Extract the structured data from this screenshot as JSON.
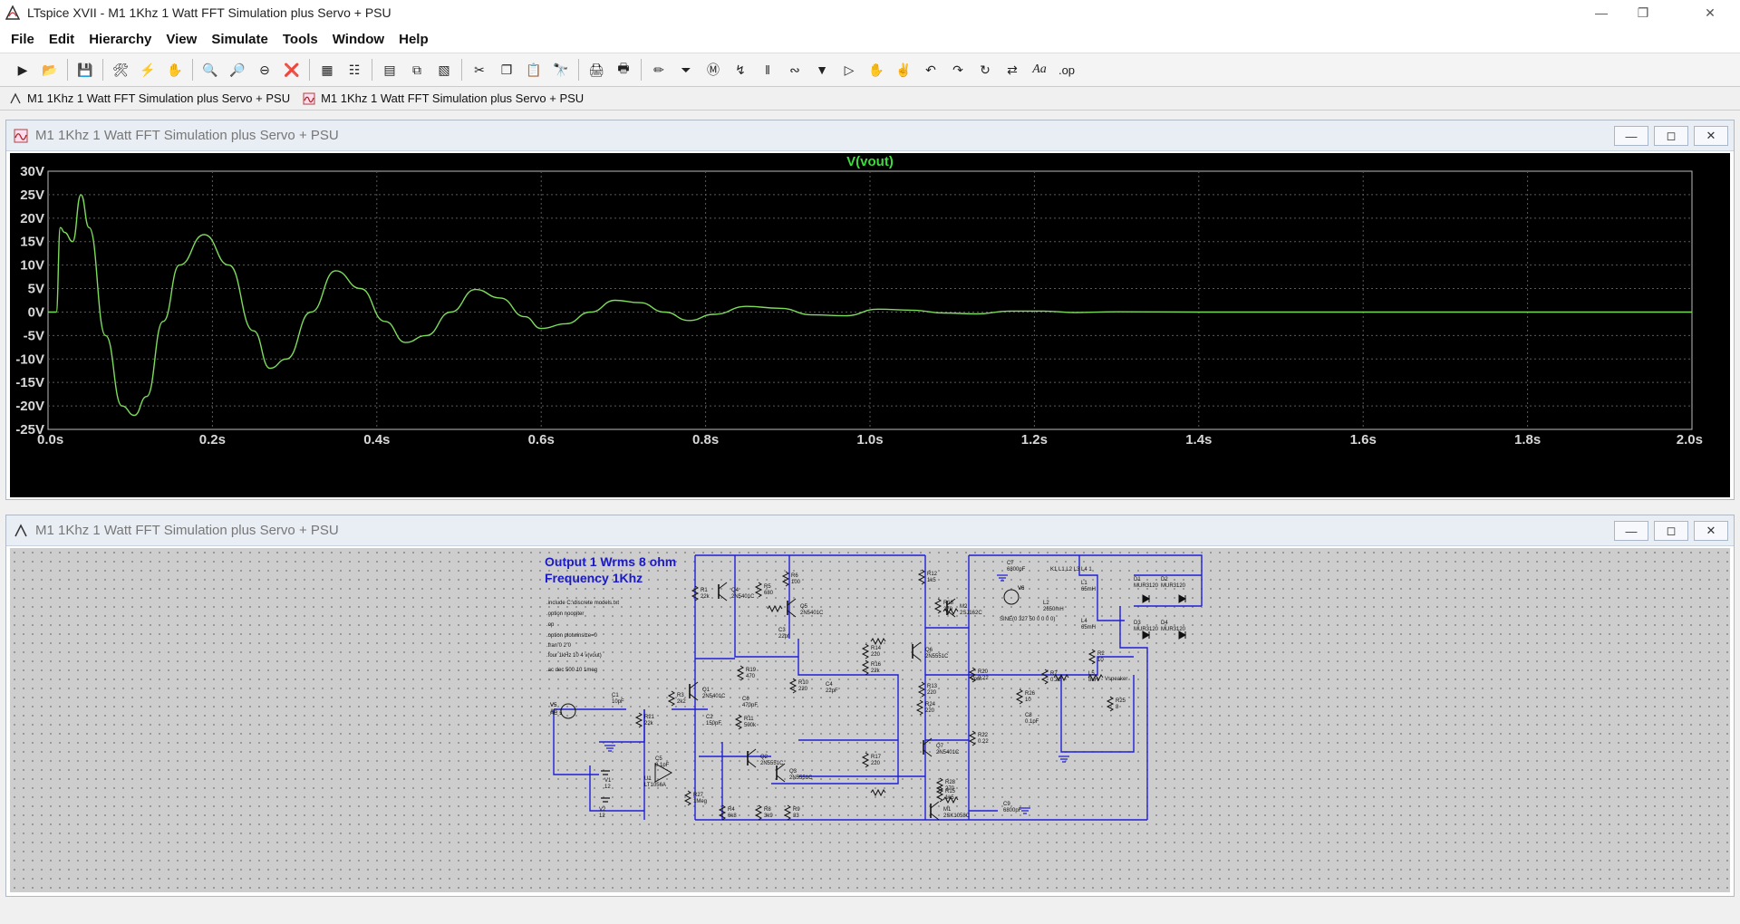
{
  "window": {
    "title": "LTspice XVII - M1 1Khz 1 Watt FFT Simulation plus Servo + PSU"
  },
  "menu": [
    "File",
    "Edit",
    "Hierarchy",
    "View",
    "Simulate",
    "Tools",
    "Window",
    "Help"
  ],
  "toolbar": {
    "last_button_label": ".op"
  },
  "tabs": [
    {
      "label": "M1 1Khz 1 Watt FFT Simulation plus Servo + PSU",
      "icon": "schematic-icon"
    },
    {
      "label": "M1 1Khz 1 Watt FFT Simulation plus Servo + PSU",
      "icon": "waveform-icon"
    }
  ],
  "plot_window": {
    "title": "M1 1Khz 1 Watt FFT Simulation plus Servo + PSU"
  },
  "schematic_window": {
    "title": "M1 1Khz 1 Watt FFT Simulation plus Servo + PSU"
  },
  "chart_data": {
    "type": "line",
    "title": "V(vout)",
    "xlabel": "",
    "ylabel": "",
    "xlim": [
      0,
      2.0
    ],
    "ylim": [
      -25,
      30
    ],
    "x_ticks": [
      "0.0s",
      "0.2s",
      "0.4s",
      "0.6s",
      "0.8s",
      "1.0s",
      "1.2s",
      "1.4s",
      "1.6s",
      "1.8s",
      "2.0s"
    ],
    "y_ticks": [
      "30V",
      "25V",
      "20V",
      "15V",
      "10V",
      "5V",
      "0V",
      "-5V",
      "-10V",
      "-15V",
      "-20V",
      "-25V"
    ],
    "grid": true,
    "series": [
      {
        "name": "V(vout)",
        "color": "#7ddc5a",
        "x": [
          0,
          0.01,
          0.015,
          0.02,
          0.03,
          0.04,
          0.05,
          0.07,
          0.09,
          0.105,
          0.12,
          0.14,
          0.16,
          0.19,
          0.22,
          0.25,
          0.27,
          0.29,
          0.32,
          0.35,
          0.38,
          0.41,
          0.435,
          0.46,
          0.49,
          0.52,
          0.55,
          0.58,
          0.6,
          0.63,
          0.66,
          0.69,
          0.72,
          0.75,
          0.78,
          0.81,
          0.85,
          0.89,
          0.93,
          0.97,
          1.01,
          1.05,
          1.09,
          1.13,
          1.17,
          1.21,
          1.25,
          1.3,
          1.4,
          1.5,
          1.6,
          1.7,
          1.8,
          1.9,
          2.0
        ],
        "y": [
          0,
          0,
          18,
          17,
          15,
          25,
          18,
          -5,
          -20,
          -22,
          -18,
          -2,
          10,
          16.5,
          10,
          -4,
          -12,
          -10,
          0,
          8.8,
          5,
          -2,
          -6.5,
          -5,
          0,
          4.8,
          3,
          -1,
          -3.5,
          -2.5,
          0,
          2.5,
          2,
          0,
          -1.8,
          -0.5,
          1.2,
          0.8,
          -0.6,
          -0.8,
          0.6,
          0.4,
          -0.2,
          -0.4,
          0.2,
          0.2,
          -0.1,
          0.05,
          0,
          0,
          0,
          0,
          0,
          0,
          0
        ]
      }
    ]
  },
  "schematic": {
    "texts": {
      "heading1": "Output 1 Wrms 8 ohm",
      "heading2": "Frequency 1Khz",
      "directives": [
        ".include C:\\discrete models.txt",
        ".option noopiter",
        ".op",
        ".option plotwinsize=0",
        ".tran 0 2 0",
        ".four 1kHz 10 4 v(vout)",
        ".ac dec 500 10 1meg"
      ],
      "sine": "SINE(0 327 50 0 0 0 0)",
      "k": "K1 L1 L2 L3 L4 1"
    },
    "parts": [
      {
        "ref": "R1",
        "val": "22k"
      },
      {
        "ref": "Q4",
        "val": "2N5401C"
      },
      {
        "ref": "R5",
        "val": "680"
      },
      {
        "ref": "R6",
        "val": "100"
      },
      {
        "ref": "Q5",
        "val": "2N5401C"
      },
      {
        "ref": "C3",
        "val": "22pf"
      },
      {
        "ref": "R19",
        "val": "470"
      },
      {
        "ref": "R10",
        "val": "220"
      },
      {
        "ref": "C4",
        "val": "22pF"
      },
      {
        "ref": "R11",
        "val": "500k"
      },
      {
        "ref": "C6",
        "val": "470pF"
      },
      {
        "ref": "C2",
        "val": "150pF"
      },
      {
        "ref": "Q1",
        "val": "2N5401C"
      },
      {
        "ref": "R3",
        "val": "2k2"
      },
      {
        "ref": "C1",
        "val": "10pF"
      },
      {
        "ref": "R21",
        "val": "22k"
      },
      {
        "ref": "V5",
        "val": "AC 1"
      },
      {
        "ref": "Q2",
        "val": "2N5551C"
      },
      {
        "ref": "Q3",
        "val": "2N5551C"
      },
      {
        "ref": "C5",
        "val": "0.1pF"
      },
      {
        "ref": "U1",
        "val": "LT1056A"
      },
      {
        "ref": "V1",
        "val": "12"
      },
      {
        "ref": "V2",
        "val": "12"
      },
      {
        "ref": "R27",
        "val": "1Meg"
      },
      {
        "ref": "R4",
        "val": "6k8"
      },
      {
        "ref": "R8",
        "val": "3k9"
      },
      {
        "ref": "R9",
        "val": "33"
      },
      {
        "ref": "R12",
        "val": "1k5"
      },
      {
        "ref": "R18",
        "val": "270"
      },
      {
        "ref": "R14",
        "val": "220"
      },
      {
        "ref": "R16",
        "val": "22k"
      },
      {
        "ref": "Q6",
        "val": "2N5551C"
      },
      {
        "ref": "R13",
        "val": "220"
      },
      {
        "ref": "R24",
        "val": "220"
      },
      {
        "ref": "R17",
        "val": "220"
      },
      {
        "ref": "Q7",
        "val": "2N5401C"
      },
      {
        "ref": "R28",
        "val": "270"
      },
      {
        "ref": "R15",
        "val": "1k5"
      },
      {
        "ref": "M1",
        "val": "2SK1058C"
      },
      {
        "ref": "M2",
        "val": "2SJ162C"
      },
      {
        "ref": "R20",
        "val": "0.22"
      },
      {
        "ref": "R22",
        "val": "0.22"
      },
      {
        "ref": "C7",
        "val": "6800pF"
      },
      {
        "ref": "C9",
        "val": "6800pF"
      },
      {
        "ref": "V6",
        "val": ""
      },
      {
        "ref": "L1",
        "val": "65mH"
      },
      {
        "ref": "L2",
        "val": "2650mH"
      },
      {
        "ref": "L4",
        "val": "65mH"
      },
      {
        "ref": "D1",
        "val": "MUR3120"
      },
      {
        "ref": "D2",
        "val": "MUR3120"
      },
      {
        "ref": "D3",
        "val": "MUR3120"
      },
      {
        "ref": "D4",
        "val": "MUR3120"
      },
      {
        "ref": "R7",
        "val": "0.22"
      },
      {
        "ref": "L5",
        "val": "8uH"
      },
      {
        "ref": "R2",
        "val": "10"
      },
      {
        "ref": "R26",
        "val": "10"
      },
      {
        "ref": "C8",
        "val": "0.1pF"
      },
      {
        "ref": "R25",
        "val": "8"
      }
    ],
    "nets": [
      "Vout",
      "Vspeaker"
    ]
  }
}
